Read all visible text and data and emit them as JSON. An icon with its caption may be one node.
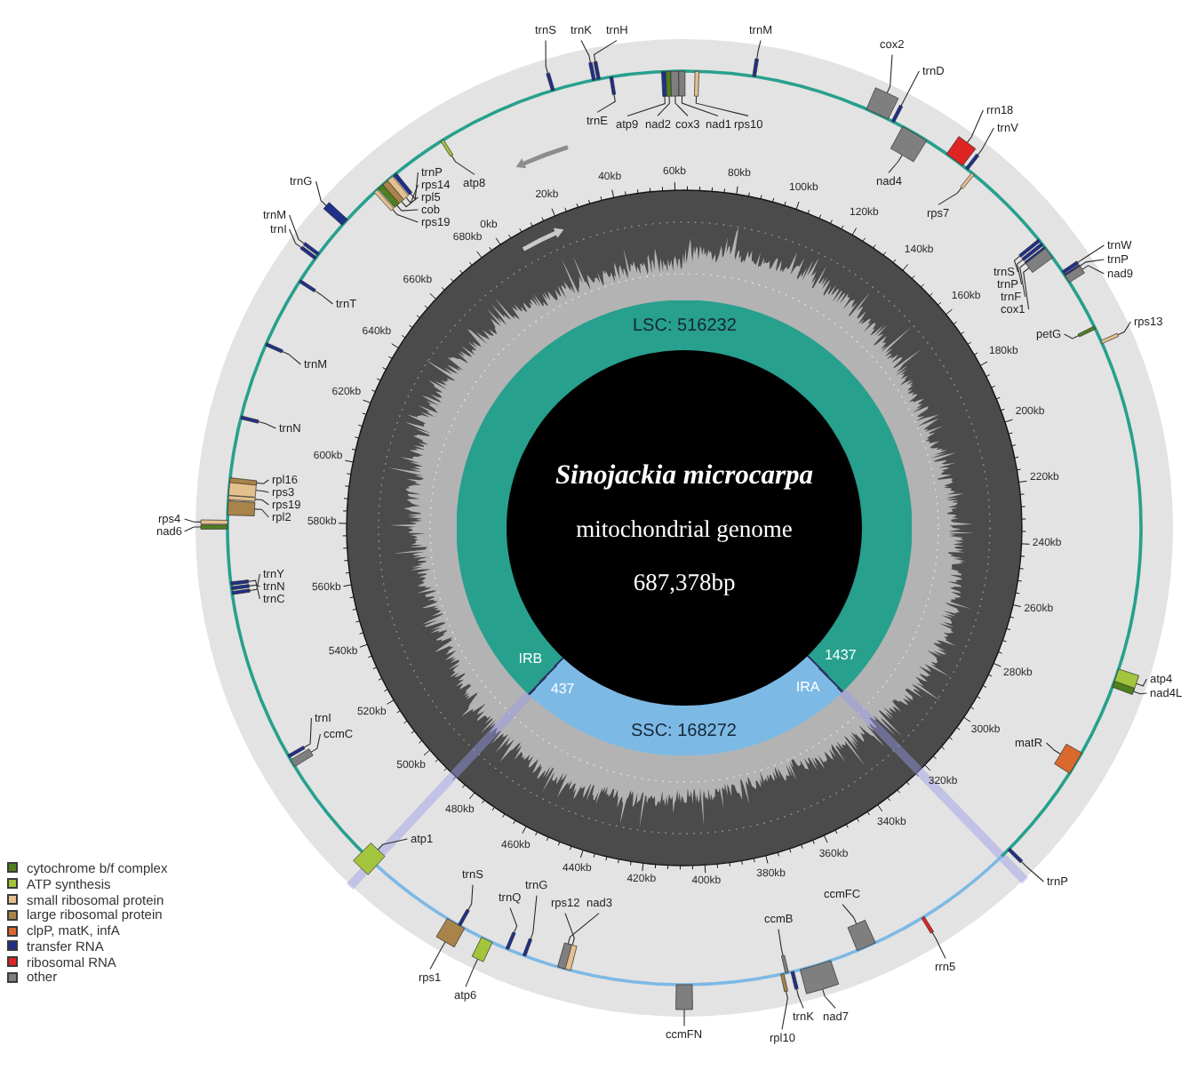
{
  "diagram": {
    "nodes": [
      {
        "text": [
          "LSC: 516232",
          "SSC: 168272"
        ]
      },
      {
        "text": [
          "Sinojackia microcarpa",
          "mitochondrial genome",
          "687,378bp"
        ],
        "in": 0
      },
      {
        "text": [
          "trnS"
        ]
      },
      {
        "text": [],
        "shape": "bar"
      },
      {
        "text": [
          "trnK"
        ]
      },
      {
        "text": [],
        "shape": "bar"
      },
      {
        "text": [
          "trnH"
        ]
      },
      {
        "text": [],
        "shape": "bar"
      },
      {
        "text": [
          "trnE"
        ]
      },
      {
        "text": [],
        "shape": "bar"
      },
      {
        "text": [
          "atp9"
        ]
      },
      {
        "text": [],
        "shape": "bar"
      },
      {
        "text": [
          "nad2"
        ]
      },
      {
        "text": [],
        "shape": "bar"
      },
      {
        "text": [
          "cox3"
        ]
      },
      {
        "text": [],
        "shape": "bar"
      },
      {
        "text": [
          "nad1"
        ]
      },
      {
        "text": [],
        "shape": "bar"
      },
      {
        "text": [
          "rps10"
        ]
      },
      {
        "text": [],
        "shape": "bar"
      },
      {
        "text": [
          "trnM"
        ]
      },
      {
        "text": [],
        "shape": "bar"
      },
      {
        "text": [
          "cox2"
        ]
      },
      {
        "text": [],
        "shape": "bar"
      },
      {
        "text": [
          "trnD"
        ]
      },
      {
        "text": [],
        "shape": "bar"
      },
      {
        "text": [
          "nad4"
        ]
      },
      {
        "text": [],
        "shape": "bar"
      },
      {
        "text": [
          "rrn18"
        ]
      },
      {
        "text": [],
        "shape": "bar"
      },
      {
        "text": [
          "trnV"
        ]
      },
      {
        "text": [],
        "shape": "bar"
      },
      {
        "text": [
          "rps7"
        ]
      },
      {
        "text": [],
        "shape": "bar"
      },
      {
        "text": [
          "trnS"
        ]
      },
      {
        "text": [],
        "shape": "bar"
      },
      {
        "text": [
          "trnP"
        ]
      },
      {
        "text": [],
        "shape": "bar"
      },
      {
        "text": [
          "trnF"
        ]
      },
      {
        "text": [],
        "shape": "bar"
      },
      {
        "text": [
          "cox1"
        ]
      },
      {
        "text": [],
        "shape": "bar"
      },
      {
        "text": [
          "trnW"
        ]
      },
      {
        "text": [],
        "shape": "bar"
      },
      {
        "text": [
          "trnP"
        ]
      },
      {
        "text": [],
        "shape": "bar"
      },
      {
        "text": [
          "nad9"
        ]
      },
      {
        "text": [],
        "shape": "bar"
      },
      {
        "text": [
          "petG"
        ]
      },
      {
        "text": [],
        "shape": "bar"
      },
      {
        "text": [
          "rps13"
        ]
      },
      {
        "text": [],
        "shape": "bar"
      },
      {
        "text": [
          "atp4"
        ]
      },
      {
        "text": [],
        "shape": "bar"
      },
      {
        "text": [
          "nad4L"
        ]
      },
      {
        "text": [],
        "shape": "bar"
      },
      {
        "text": [
          "matR"
        ]
      },
      {
        "text": [],
        "shape": "bar"
      },
      {
        "text": [
          "trnP"
        ]
      },
      {
        "text": [],
        "shape": "bar"
      },
      {
        "text": [
          "rrn5"
        ]
      },
      {
        "text": [],
        "shape": "bar"
      },
      {
        "text": [
          "ccmFC"
        ]
      },
      {
        "text": [],
        "shape": "bar"
      },
      {
        "text": [
          "nad7"
        ]
      },
      {
        "text": [],
        "shape": "bar"
      },
      {
        "text": [
          "trnK"
        ]
      },
      {
        "text": [],
        "shape": "bar"
      },
      {
        "text": [
          "ccmB"
        ]
      },
      {
        "text": [],
        "shape": "bar"
      },
      {
        "text": [
          "rpl10"
        ]
      },
      {
        "text": [],
        "shape": "bar"
      },
      {
        "text": [
          "ccmFN"
        ]
      },
      {
        "text": [],
        "shape": "bar"
      },
      {
        "text": [
          "rps12"
        ]
      },
      {
        "text": [],
        "shape": "bar"
      },
      {
        "text": [
          "nad3"
        ]
      },
      {
        "text": [],
        "shape": "bar"
      },
      {
        "text": [
          "trnG"
        ]
      },
      {
        "text": [],
        "shape": "bar"
      },
      {
        "text": [
          "trnQ"
        ]
      },
      {
        "text": [],
        "shape": "bar"
      },
      {
        "text": [
          "atp6"
        ]
      },
      {
        "text": [],
        "shape": "bar"
      },
      {
        "text": [
          "trnS"
        ]
      },
      {
        "text": [],
        "shape": "bar"
      },
      {
        "text": [
          "rps1"
        ]
      },
      {
        "text": [],
        "shape": "bar"
      },
      {
        "text": [
          "atp1"
        ]
      },
      {
        "text": [],
        "shape": "bar"
      },
      {
        "text": [
          "ccmC"
        ]
      },
      {
        "text": [],
        "shape": "bar"
      },
      {
        "text": [
          "trnI"
        ]
      },
      {
        "text": [],
        "shape": "bar"
      },
      {
        "text": [
          "trnY"
        ]
      },
      {
        "text": [],
        "shape": "bar"
      },
      {
        "text": [
          "trnN"
        ]
      },
      {
        "text": [],
        "shape": "bar"
      },
      {
        "text": [
          "trnC"
        ]
      },
      {
        "text": [],
        "shape": "bar"
      },
      {
        "text": [
          "nad6"
        ]
      },
      {
        "text": [],
        "shape": "bar"
      },
      {
        "text": [
          "rps4"
        ]
      },
      {
        "text": [],
        "shape": "bar"
      },
      {
        "text": [
          "rpl2"
        ]
      },
      {
        "text": [],
        "shape": "bar"
      },
      {
        "text": [
          "rps19"
        ]
      },
      {
        "text": [],
        "shape": "bar"
      },
      {
        "text": [
          "rps3"
        ]
      },
      {
        "text": [],
        "shape": "bar"
      },
      {
        "text": [
          "rpl16"
        ]
      },
      {
        "text": [],
        "shape": "bar"
      },
      {
        "text": [
          "trnN"
        ]
      },
      {
        "text": [],
        "shape": "bar"
      },
      {
        "text": [
          "trnM"
        ]
      },
      {
        "text": [],
        "shape": "bar"
      },
      {
        "text": [
          "trnT"
        ]
      },
      {
        "text": [],
        "shape": "bar"
      },
      {
        "text": [
          "trnI"
        ]
      },
      {
        "text": [],
        "shape": "bar"
      },
      {
        "text": [
          "trnM"
        ]
      },
      {
        "text": [],
        "shape": "bar"
      },
      {
        "text": [
          "trnG"
        ]
      },
      {
        "text": [],
        "shape": "bar"
      },
      {
        "text": [
          "rps19"
        ]
      },
      {
        "text": [],
        "shape": "bar"
      },
      {
        "text": [
          "cob"
        ]
      },
      {
        "text": [],
        "shape": "bar"
      },
      {
        "text": [
          "rpl5"
        ]
      },
      {
        "text": [],
        "shape": "bar"
      },
      {
        "text": [
          "rps14"
        ]
      },
      {
        "text": [],
        "shape": "bar"
      },
      {
        "text": [
          "trnP"
        ]
      },
      {
        "text": [],
        "shape": "bar"
      },
      {
        "text": [
          "atp8"
        ]
      },
      {
        "text": [],
        "shape": "bar"
      }
    ],
    "edges": [
      {
        "from": 2,
        "to": 3,
        "arrow": "none"
      },
      {
        "from": 4,
        "to": 5,
        "arrow": "none"
      },
      {
        "from": 6,
        "to": 7,
        "arrow": "none"
      },
      {
        "from": 8,
        "to": 9,
        "arrow": "none"
      },
      {
        "from": 10,
        "to": 11,
        "arrow": "none"
      },
      {
        "from": 12,
        "to": 13,
        "arrow": "none"
      },
      {
        "from": 14,
        "to": 15,
        "arrow": "none"
      },
      {
        "from": 16,
        "to": 17,
        "arrow": "none"
      },
      {
        "from": 18,
        "to": 19,
        "arrow": "none"
      },
      {
        "from": 20,
        "to": 21,
        "arrow": "none"
      },
      {
        "from": 22,
        "to": 23,
        "arrow": "none"
      },
      {
        "from": 24,
        "to": 25,
        "arrow": "none"
      },
      {
        "from": 26,
        "to": 27,
        "arrow": "none"
      },
      {
        "from": 28,
        "to": 29,
        "arrow": "none"
      },
      {
        "from": 30,
        "to": 31,
        "arrow": "none"
      },
      {
        "from": 32,
        "to": 33,
        "arrow": "none"
      },
      {
        "from": 34,
        "to": 35,
        "arrow": "none"
      },
      {
        "from": 36,
        "to": 37,
        "arrow": "none"
      },
      {
        "from": 38,
        "to": 39,
        "arrow": "none"
      },
      {
        "from": 40,
        "to": 41,
        "arrow": "none"
      },
      {
        "from": 42,
        "to": 43,
        "arrow": "none"
      },
      {
        "from": 44,
        "to": 45,
        "arrow": "none"
      },
      {
        "from": 46,
        "to": 47,
        "arrow": "none"
      },
      {
        "from": 48,
        "to": 49,
        "arrow": "none"
      },
      {
        "from": 50,
        "to": 51,
        "arrow": "none"
      },
      {
        "from": 52,
        "to": 53,
        "arrow": "none"
      },
      {
        "from": 54,
        "to": 55,
        "arrow": "none"
      },
      {
        "from": 56,
        "to": 57,
        "arrow": "none"
      },
      {
        "from": 58,
        "to": 59,
        "arrow": "none"
      },
      {
        "from": 60,
        "to": 61,
        "arrow": "none"
      },
      {
        "from": 62,
        "to": 63,
        "arrow": "none"
      },
      {
        "from": 64,
        "to": 65,
        "arrow": "none"
      },
      {
        "from": 66,
        "to": 67,
        "arrow": "none"
      },
      {
        "from": 68,
        "to": 69,
        "arrow": "none"
      },
      {
        "from": 70,
        "to": 71,
        "arrow": "none"
      },
      {
        "from": 72,
        "to": 73,
        "arrow": "none"
      },
      {
        "from": 74,
        "to": 75,
        "arrow": "none"
      },
      {
        "from": 76,
        "to": 77,
        "arrow": "none"
      },
      {
        "from": 78,
        "to": 79,
        "arrow": "none"
      },
      {
        "from": 80,
        "to": 81,
        "arrow": "none"
      },
      {
        "from": 82,
        "to": 83,
        "arrow": "none"
      },
      {
        "from": 84,
        "to": 85,
        "arrow": "none"
      },
      {
        "from": 86,
        "to": 87,
        "arrow": "none"
      },
      {
        "from": 88,
        "to": 89,
        "arrow": "none"
      },
      {
        "from": 90,
        "to": 91,
        "arrow": "none"
      },
      {
        "from": 92,
        "to": 93,
        "arrow": "none"
      },
      {
        "from": 94,
        "to": 95,
        "arrow": "none"
      },
      {
        "from": 96,
        "to": 97,
        "arrow": "none"
      },
      {
        "from": 98,
        "to": 99,
        "arrow": "none"
      },
      {
        "from": 100,
        "to": 101,
        "arrow": "none"
      },
      {
        "from": 102,
        "to": 103,
        "arrow": "none"
      },
      {
        "from": 104,
        "to": 105,
        "arrow": "none"
      },
      {
        "from": 106,
        "to": 107,
        "arrow": "none"
      },
      {
        "from": 108,
        "to": 109,
        "arrow": "none"
      },
      {
        "from": 110,
        "to": 111,
        "arrow": "none"
      },
      {
        "from": 112,
        "to": 113,
        "arrow": "none"
      },
      {
        "from": 114,
        "to": 115,
        "arrow": "none"
      },
      {
        "from": 116,
        "to": 117,
        "arrow": "none"
      },
      {
        "from": 118,
        "to": 119,
        "arrow": "none"
      },
      {
        "from": 120,
        "to": 121,
        "arrow": "none"
      },
      {
        "from": 122,
        "to": 123,
        "arrow": "none"
      },
      {
        "from": 124,
        "to": 125,
        "arrow": "none"
      },
      {
        "from": 126,
        "to": 127,
        "arrow": "none"
      },
      {
        "from": 128,
        "to": 129,
        "arrow": "none"
      },
      {
        "from": 130,
        "to": 131,
        "arrow": "none"
      },
      {
        "from": 132,
        "to": 133,
        "arrow": "none"
      },
      {
        "from": 134,
        "to": 135,
        "arrow": "none"
      }
    ],
    "labels": [
      "0kb",
      "20kb",
      "40kb",
      "60kb",
      "80kb",
      "100kb",
      "120kb",
      "140kb",
      "160kb",
      "180kb",
      "200kb",
      "220kb",
      "240kb",
      "260kb",
      "280kb",
      "300kb",
      "320kb",
      "340kb",
      "360kb",
      "380kb",
      "400kb",
      "420kb",
      "440kb",
      "460kb",
      "480kb",
      "500kb",
      "520kb",
      "540kb",
      "560kb",
      "580kb",
      "600kb",
      "620kb",
      "640kb",
      "660kb",
      "680kb",
      "IRB",
      "437",
      "IRA",
      "1437"
    ],
    "legend": [
      {
        "text": "cytochrome b/f complex",
        "color": "#4f7f1f"
      },
      {
        "text": "ATP synthesis",
        "color": "#a3c43d"
      },
      {
        "text": "small ribosomal protein",
        "color": "#e4c08e"
      },
      {
        "text": "large ribosomal protein",
        "color": "#a8834a"
      },
      {
        "text": "clpP, matK, infA",
        "color": "#d9692c"
      },
      {
        "text": "transfer RNA",
        "color": "#1f2f8a"
      },
      {
        "text": "ribosomal RNA",
        "color": "#e02424"
      },
      {
        "text": "other",
        "color": "#7f7f7f"
      }
    ]
  }
}
